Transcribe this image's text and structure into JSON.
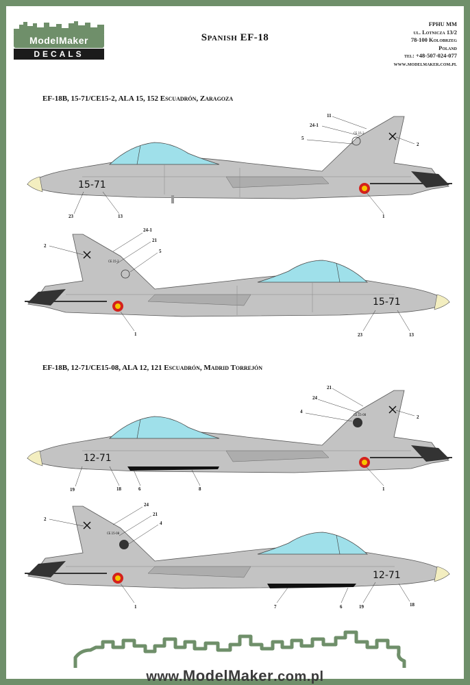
{
  "brand": {
    "logo_top": "ModelMaker",
    "logo_bottom": "DECALS"
  },
  "title": "Spanish EF-18",
  "address": [
    "FPHU MM",
    "ul. Lotnicza 13/2",
    "78-100 Kolobrzeg",
    "Poland",
    "tel: +48-507-024-077",
    "www.modelmaker.com.pl"
  ],
  "sections": [
    {
      "heading": "EF-18B, 15-71/CE15-2, ALA 15, 152 Escuadrón, Zaragoza",
      "aircraft": [
        {
          "registration": "15-71",
          "tail_code": "CE.15-2",
          "callouts": [
            "11",
            "24-1",
            "5",
            "2",
            "23",
            "13",
            "1"
          ]
        },
        {
          "registration": "15-71",
          "tail_code": "CE.15-2",
          "callouts": [
            "24-1",
            "21",
            "5",
            "2",
            "1",
            "23",
            "13"
          ]
        }
      ]
    },
    {
      "heading": "EF-18B, 12-71/CE15-08, ALA 12, 121 Escuadrón, Madrid Torrejón",
      "aircraft": [
        {
          "registration": "12-71",
          "tail_code": "CE.15-08",
          "callouts": [
            "21",
            "24",
            "4",
            "2",
            "19",
            "18",
            "6",
            "8",
            "1"
          ]
        },
        {
          "registration": "12-71",
          "tail_code": "CE.15-08",
          "callouts": [
            "24",
            "21",
            "4",
            "2",
            "1",
            "7",
            "6",
            "19",
            "18"
          ]
        }
      ]
    }
  ],
  "footer": {
    "pre": "www.",
    "brand": "ModelMaker",
    "post": ".com.pl"
  },
  "colors": {
    "frame": "#6f8f6a",
    "aircraft_grey": "#c3c3c3",
    "canopy": "#9fe0ea",
    "roundel_red": "#d4211c",
    "roundel_yellow": "#f6c500",
    "nose_cone": "#f3eec0"
  }
}
